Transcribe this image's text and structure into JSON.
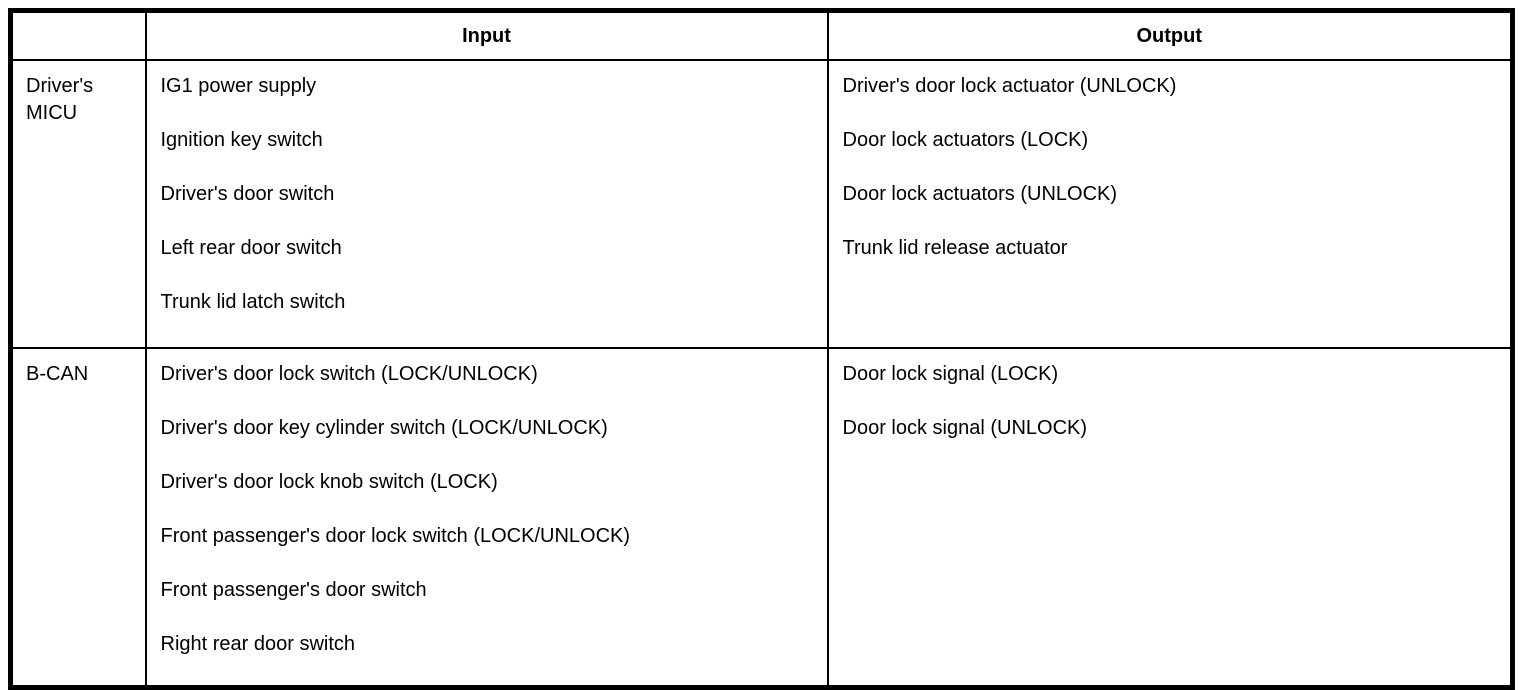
{
  "table": {
    "headers": {
      "component": "",
      "input": "Input",
      "output": "Output"
    },
    "rows": [
      {
        "component": "Driver's MICU",
        "inputs": [
          "IG1 power supply",
          "Ignition key switch",
          "Driver's door switch",
          "Left rear door switch",
          "Trunk lid latch switch"
        ],
        "outputs": [
          "Driver's door lock actuator (UNLOCK)",
          "Door lock actuators (LOCK)",
          "Door lock actuators (UNLOCK)",
          "Trunk lid release actuator"
        ]
      },
      {
        "component": "B-CAN",
        "inputs": [
          "Driver's door lock switch (LOCK/UNLOCK)",
          "Driver's door key cylinder switch (LOCK/UNLOCK)",
          "Driver's door lock knob switch (LOCK)",
          "Front passenger's door lock switch (LOCK/UNLOCK)",
          "Front passenger's door switch",
          "Right rear door switch"
        ],
        "outputs": [
          "Door lock signal (LOCK)",
          "Door lock signal (UNLOCK)"
        ]
      }
    ]
  },
  "colors": {
    "border": "#000000",
    "background": "#ffffff",
    "text": "#000000"
  }
}
